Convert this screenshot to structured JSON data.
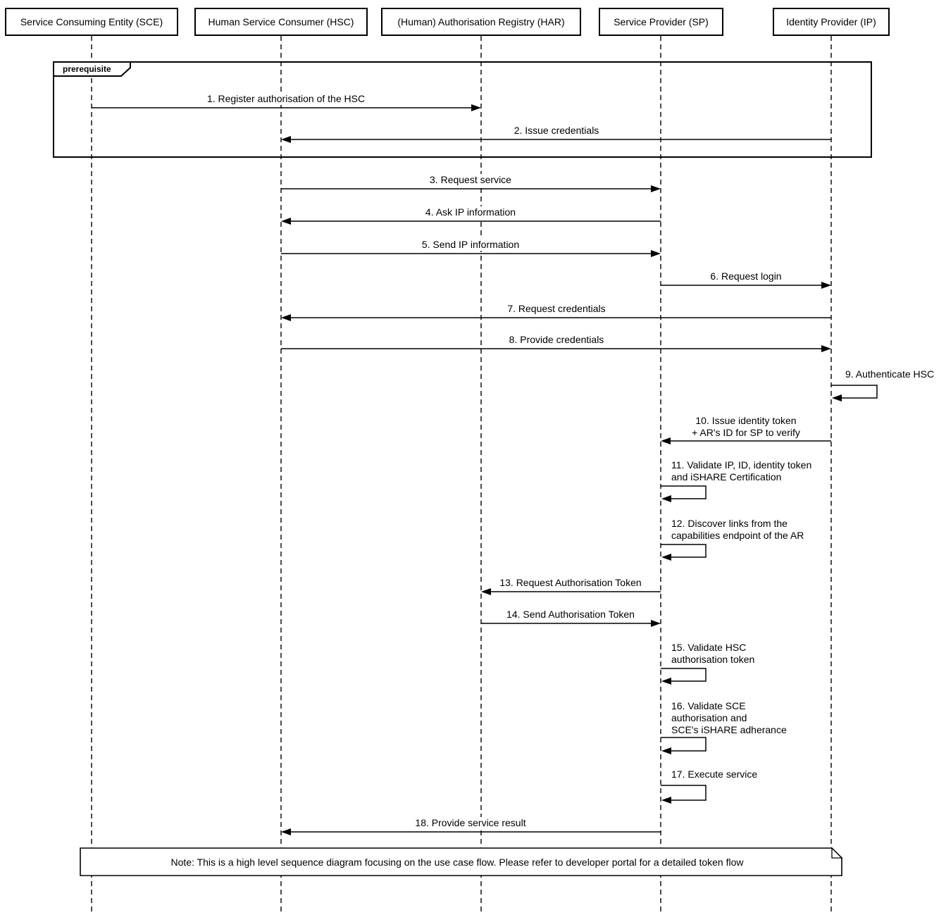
{
  "diagram": {
    "type": "uml-sequence-diagram",
    "colors": {
      "background": "#ffffff",
      "line": "#000000",
      "fill": "#ffffff"
    },
    "actors": [
      {
        "label": "Service Consuming Entity (SCE)",
        "short": "SCE"
      },
      {
        "label": "Human Service Consumer (HSC)",
        "short": "HSC"
      },
      {
        "label": "(Human) Authorisation Registry (HAR)",
        "short": "HAR"
      },
      {
        "label": "Service Provider (SP)",
        "short": "SP"
      },
      {
        "label": "Identity Provider (IP)",
        "short": "IP"
      }
    ],
    "fragment": {
      "label": "prerequisite",
      "contains_messages": [
        1,
        2
      ]
    },
    "messages": [
      {
        "id": 1,
        "text": "1. Register authorisation of the HSC",
        "from": "SCE",
        "to": "HAR",
        "self": false
      },
      {
        "id": 2,
        "text": "2. Issue credentials",
        "from": "IP",
        "to": "HSC",
        "self": false
      },
      {
        "id": 3,
        "text": "3. Request service",
        "from": "HSC",
        "to": "SP",
        "self": false
      },
      {
        "id": 4,
        "text": "4. Ask IP information",
        "from": "SP",
        "to": "HSC",
        "self": false
      },
      {
        "id": 5,
        "text": "5. Send IP information",
        "from": "HSC",
        "to": "SP",
        "self": false
      },
      {
        "id": 6,
        "text": "6. Request login",
        "from": "SP",
        "to": "IP",
        "self": false
      },
      {
        "id": 7,
        "text": "7. Request credentials",
        "from": "IP",
        "to": "HSC",
        "self": false
      },
      {
        "id": 8,
        "text": "8. Provide credentials",
        "from": "HSC",
        "to": "IP",
        "self": false
      },
      {
        "id": 9,
        "text": "9. Authenticate HSC",
        "from": "IP",
        "to": "IP",
        "self": true
      },
      {
        "id": 10,
        "lines": [
          "10. Issue identity token",
          "+ AR's ID for SP to verify"
        ],
        "from": "IP",
        "to": "SP",
        "self": false
      },
      {
        "id": 11,
        "lines": [
          "11. Validate IP, ID, identity token",
          "and iSHARE Certification"
        ],
        "from": "SP",
        "to": "SP",
        "self": true
      },
      {
        "id": 12,
        "lines": [
          "12. Discover links from the",
          "capabilities endpoint of the AR"
        ],
        "from": "SP",
        "to": "SP",
        "self": true
      },
      {
        "id": 13,
        "text": "13. Request Authorisation Token",
        "from": "SP",
        "to": "HAR",
        "self": false
      },
      {
        "id": 14,
        "text": "14. Send Authorisation Token",
        "from": "HAR",
        "to": "SP",
        "self": false
      },
      {
        "id": 15,
        "lines": [
          "15. Validate HSC",
          "authorisation token"
        ],
        "from": "SP",
        "to": "SP",
        "self": true
      },
      {
        "id": 16,
        "lines": [
          "16. Validate SCE",
          "authorisation and",
          "SCE's iSHARE adherance"
        ],
        "from": "SP",
        "to": "SP",
        "self": true
      },
      {
        "id": 17,
        "text": "17. Execute service",
        "from": "SP",
        "to": "SP",
        "self": true
      },
      {
        "id": 18,
        "text": "18. Provide service result",
        "from": "SP",
        "to": "HSC",
        "self": false
      }
    ],
    "note": {
      "text": "Note: This is a high level sequence diagram focusing on the use case flow. Please refer to developer portal for a detailed token flow"
    }
  }
}
